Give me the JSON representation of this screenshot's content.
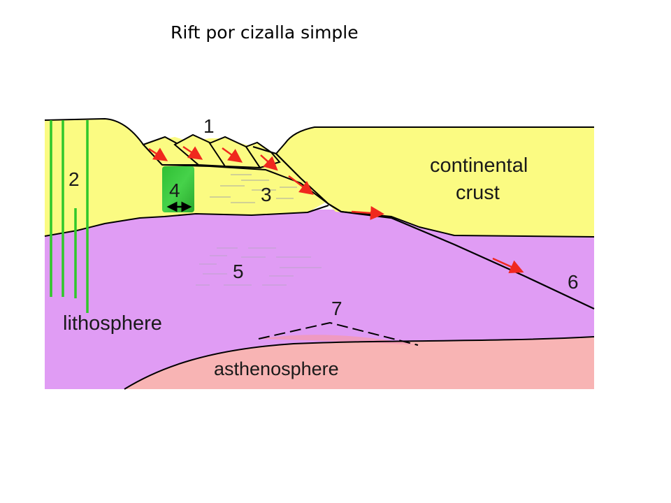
{
  "title": "Rift por cizalla simple",
  "labels": {
    "n1": "1",
    "n2": "2",
    "n3": "3",
    "n4": "4",
    "n5": "5",
    "n6": "6",
    "n7": "7",
    "continental": "continental",
    "crust": "crust",
    "lithosphere": "lithosphere",
    "asthenosphere": "asthenosphere"
  },
  "colors": {
    "crust": "#fbfb82",
    "lithosphere": "#e09cf4",
    "asthenosphere": "#f8b4b4",
    "fault": "#000000",
    "arrow": "#f0281e",
    "green_lines": "#2fc82a",
    "green_block": "#36c43a"
  }
}
